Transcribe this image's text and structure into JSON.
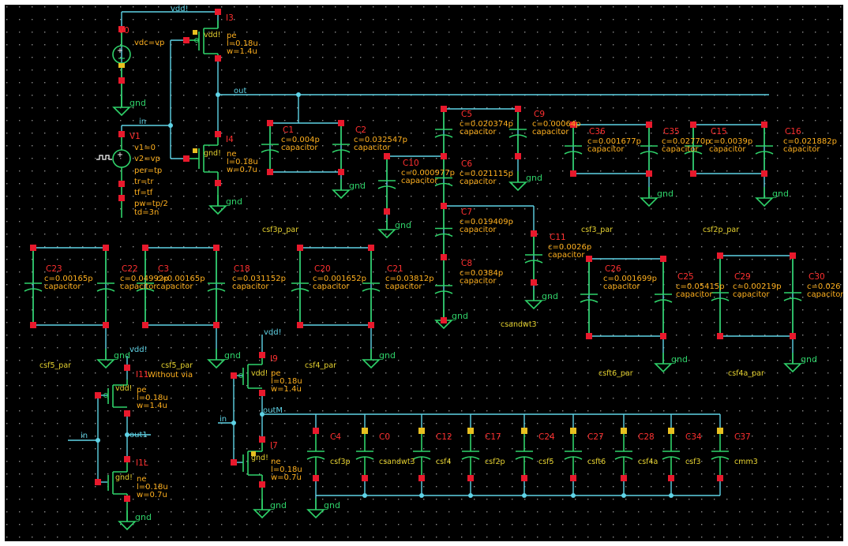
{
  "nets": {
    "vdd": "vdd!",
    "out": "out",
    "in": "in",
    "outM": "outM",
    "out1": "out1",
    "gnd": "gnd",
    "gnd_pin": "gnd!",
    "vdd_pin": "vdd!"
  },
  "sources": {
    "v0": {
      "name": "V0",
      "param": "vdc=vp"
    },
    "v1": {
      "name": "V1",
      "params": [
        "v1=0",
        "v2=vp",
        "per=tp",
        "tr=tr",
        "tf=tf",
        "pw=tp/2",
        "td=3n"
      ]
    }
  },
  "transistors": {
    "i3": {
      "name": "I3",
      "type": "pe",
      "l": "l=0.18u",
      "w": "w=1.4u"
    },
    "i4": {
      "name": "I4",
      "type": "ne",
      "l": "l=0.18u",
      "w": "w=0.7u"
    },
    "i9": {
      "name": "I9",
      "type": "pe",
      "l": "l=0.18u",
      "w": "w=1.4u"
    },
    "i7": {
      "name": "I7",
      "type": "ne",
      "l": "l=0.18u",
      "w": "w=0.7u"
    },
    "i11": {
      "name": "I11",
      "note": "Without via",
      "type": "pe",
      "l": "l=0.18u",
      "w": "w=1.4u"
    },
    "i1l": {
      "name": "I1L",
      "type": "ne",
      "l": "l=0.18u",
      "w": "w=0.7u"
    }
  },
  "capacitor_word": "capacitor",
  "capacitors": {
    "c1": {
      "name": "C1",
      "value": "c=0.004p"
    },
    "c2": {
      "name": "C2",
      "value": "c=0.032547p"
    },
    "c10": {
      "name": "C10",
      "value": "c=0.000977p"
    },
    "c5": {
      "name": "C5",
      "value": "c=0.020374p"
    },
    "c6": {
      "name": "C6",
      "value": "c=0.021115p"
    },
    "c9": {
      "name": "C9",
      "value": "c=0.00064p"
    },
    "c7": {
      "name": "C7",
      "value": "c=0.019409p"
    },
    "c8": {
      "name": "C8",
      "value": "c=0.0384p"
    },
    "c11": {
      "name": "C11",
      "value": "c=0.0026p"
    },
    "c36": {
      "name": "C36",
      "value": "c=0.001677p"
    },
    "c35": {
      "name": "C35",
      "value": "c=0.02770p"
    },
    "c15": {
      "name": "C15",
      "value": "c=0.0039p"
    },
    "c16": {
      "name": "C16",
      "value": "c=0.021882p"
    },
    "c23": {
      "name": "C23",
      "value": "c=0.00165p"
    },
    "c22": {
      "name": "C22",
      "value": "c=0.04992p"
    },
    "c3": {
      "name": "C3",
      "value": "c=0.00165p"
    },
    "c18": {
      "name": "C18",
      "value": "c=0.031152p"
    },
    "c20": {
      "name": "C20",
      "value": "c=0.001652p"
    },
    "c21": {
      "name": "C21",
      "value": "c=0.03812p"
    },
    "c26": {
      "name": "C26",
      "value": "c=0.001699p"
    },
    "c25": {
      "name": "C25",
      "value": "c=0.05415p"
    },
    "c29": {
      "name": "C29",
      "value": "c=0.00219p"
    },
    "c30": {
      "name": "C30",
      "value": "c=0.026"
    }
  },
  "blocks": {
    "csf3p_par": "csf3p_par",
    "csf3_par": "csf3_par",
    "csf2p_par": "csf2p_par",
    "csandwt3": "csandwt3",
    "csf5_par_a": "csf5_par",
    "csf5_par_b": "csf5_par",
    "csf4_par": "csf4_par",
    "csft6_par": "csft6_par",
    "csf4a_par": "csf4a_par"
  },
  "bank": [
    {
      "name": "C4",
      "label": "csf3p"
    },
    {
      "name": "C0",
      "label": "csandwt3"
    },
    {
      "name": "C12",
      "label": "csf4"
    },
    {
      "name": "C17",
      "label": "csf2p"
    },
    {
      "name": "C24",
      "label": "csf5"
    },
    {
      "name": "C27",
      "label": "csft6"
    },
    {
      "name": "C28",
      "label": "csf4a"
    },
    {
      "name": "C34",
      "label": "csf3"
    },
    {
      "name": "C37",
      "label": "cmm3"
    }
  ]
}
